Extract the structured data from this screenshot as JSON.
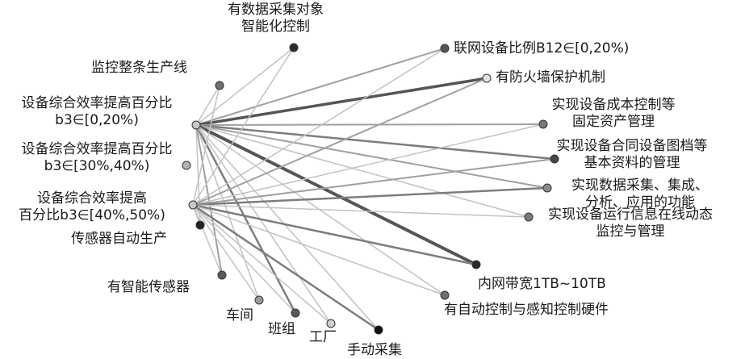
{
  "nodes": {
    "smart_control": {
      "lines": [
        "有数据采集对象",
        "智能化控制"
      ],
      "color": "#2b2b2b"
    },
    "monitor_line": {
      "lines": [
        "监控整条生产线"
      ],
      "color": "#6f6f6f"
    },
    "oee_0_20": {
      "lines": [
        "设备综合效率提高百分比",
        "b3∈[0,20%)"
      ],
      "color": "#c8c8c8"
    },
    "oee_30_40": {
      "lines": [
        "设备综合效率提高百分比",
        "b3∈[30%,40%)"
      ],
      "color": "#b5b5b5"
    },
    "oee_40_50": {
      "lines": [
        "设备综合效率提高",
        "百分比b3∈[40%,50%)"
      ],
      "color": "#c8c8c8"
    },
    "sensor_auto": {
      "lines": [
        "传感器自动生产"
      ],
      "color": "#222222"
    },
    "smart_sensor": {
      "lines": [
        "有智能传感器"
      ],
      "color": "#5a5a5a"
    },
    "workshop": {
      "lines": [
        "车间"
      ],
      "color": "#9a9a9a"
    },
    "team": {
      "lines": [
        "班组"
      ],
      "color": "#5a5a5a"
    },
    "factory": {
      "lines": [
        "工厂"
      ],
      "color": "#d0d0d0"
    },
    "manual": {
      "lines": [
        "手动采集"
      ],
      "color": "#111111"
    },
    "network_ratio": {
      "lines": [
        "联网设备比例B12∈[0,20%)"
      ],
      "color": "#555555"
    },
    "firewall": {
      "lines": [
        "有防火墙保护机制"
      ],
      "color": "#e2e2e2"
    },
    "cost_control": {
      "lines": [
        "实现设备成本控制等",
        "固定资产管理"
      ],
      "color": "#7a7a7a"
    },
    "contract_docs": {
      "lines": [
        "实现设备合同设备图档等",
        "基本资料的管理"
      ],
      "color": "#444444"
    },
    "data_integration": {
      "lines": [
        "实现数据采集、集成、",
        "分析、应用的功能"
      ],
      "color": "#8a8a8a"
    },
    "online_monitor": {
      "lines": [
        "实现设备运行信息在线动态",
        "监控与管理"
      ],
      "color": "#7a7a7a"
    },
    "bandwidth": {
      "lines": [
        "内网带宽1TB~10TB"
      ],
      "color": "#2b2b2b"
    },
    "auto_control_hw": {
      "lines": [
        "有自动控制与感知控制硬件"
      ],
      "color": "#6f6f6f"
    }
  },
  "edges": [
    {
      "from": "oee_0_20",
      "to": "smart_control",
      "weight": 1.5
    },
    {
      "from": "oee_0_20",
      "to": "monitor_line",
      "weight": 1.5
    },
    {
      "from": "oee_0_20",
      "to": "network_ratio",
      "weight": 2
    },
    {
      "from": "oee_0_20",
      "to": "firewall",
      "weight": 3.5
    },
    {
      "from": "oee_0_20",
      "to": "cost_control",
      "weight": 2
    },
    {
      "from": "oee_0_20",
      "to": "contract_docs",
      "weight": 2.5
    },
    {
      "from": "oee_0_20",
      "to": "data_integration",
      "weight": 2
    },
    {
      "from": "oee_0_20",
      "to": "online_monitor",
      "weight": 1.5
    },
    {
      "from": "oee_0_20",
      "to": "bandwidth",
      "weight": 4
    },
    {
      "from": "oee_0_20",
      "to": "auto_control_hw",
      "weight": 1.5
    },
    {
      "from": "oee_0_20",
      "to": "sensor_auto",
      "weight": 1.5
    },
    {
      "from": "oee_0_20",
      "to": "smart_sensor",
      "weight": 2
    },
    {
      "from": "oee_0_20",
      "to": "workshop",
      "weight": 1.5
    },
    {
      "from": "oee_0_20",
      "to": "team",
      "weight": 2.5
    },
    {
      "from": "oee_0_20",
      "to": "factory",
      "weight": 1.5
    },
    {
      "from": "oee_0_20",
      "to": "manual",
      "weight": 1.5
    },
    {
      "from": "oee_40_50",
      "to": "smart_control",
      "weight": 1.5
    },
    {
      "from": "oee_40_50",
      "to": "monitor_line",
      "weight": 1.5
    },
    {
      "from": "oee_40_50",
      "to": "network_ratio",
      "weight": 1.5
    },
    {
      "from": "oee_40_50",
      "to": "firewall",
      "weight": 2
    },
    {
      "from": "oee_40_50",
      "to": "cost_control",
      "weight": 1.5
    },
    {
      "from": "oee_40_50",
      "to": "contract_docs",
      "weight": 2
    },
    {
      "from": "oee_40_50",
      "to": "data_integration",
      "weight": 2.5
    },
    {
      "from": "oee_40_50",
      "to": "online_monitor",
      "weight": 1.5
    },
    {
      "from": "oee_40_50",
      "to": "bandwidth",
      "weight": 2.5
    },
    {
      "from": "oee_40_50",
      "to": "auto_control_hw",
      "weight": 1.5
    },
    {
      "from": "oee_40_50",
      "to": "sensor_auto",
      "weight": 1.5
    },
    {
      "from": "oee_40_50",
      "to": "smart_sensor",
      "weight": 1.5
    },
    {
      "from": "oee_40_50",
      "to": "workshop",
      "weight": 1.5
    },
    {
      "from": "oee_40_50",
      "to": "team",
      "weight": 1.5
    },
    {
      "from": "oee_40_50",
      "to": "factory",
      "weight": 1.5
    },
    {
      "from": "oee_40_50",
      "to": "manual",
      "weight": 2.5
    }
  ]
}
